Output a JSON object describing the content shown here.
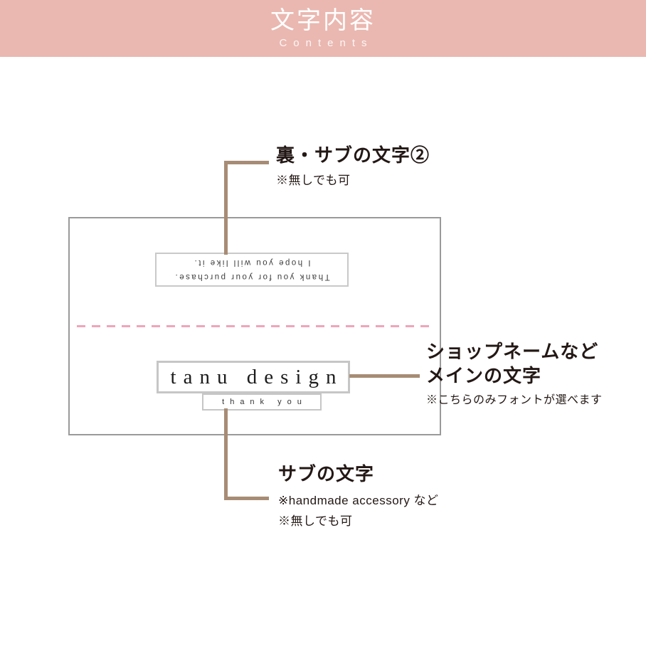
{
  "header": {
    "title": "文字内容",
    "subtitle": "Contents"
  },
  "card": {
    "back_text": {
      "line1": "Thank you for your purchase.",
      "line2": "I hope you will like it.",
      "orientation": "rotated-180"
    },
    "main_text": "tanu design",
    "sub_text": "thank you"
  },
  "annotations": {
    "back_sub": {
      "title": "裏・サブの文字②",
      "note": "※無しでも可"
    },
    "main": {
      "title_line1": "ショップネームなど",
      "title_line2": "メインの文字",
      "note": "※こちらのみフォントが選べます"
    },
    "sub": {
      "title": "サブの文字",
      "note1": "※handmade accessory など",
      "note2": "※無しでも可"
    }
  },
  "colors": {
    "banner_pink": "#eab8b1",
    "connector_brown": "#a78c75",
    "fold_dash_pink": "#f0a5ba",
    "inner_border_gray": "#c6c6c6",
    "card_border_gray": "#9a9a9a",
    "text_black": "#231815"
  }
}
